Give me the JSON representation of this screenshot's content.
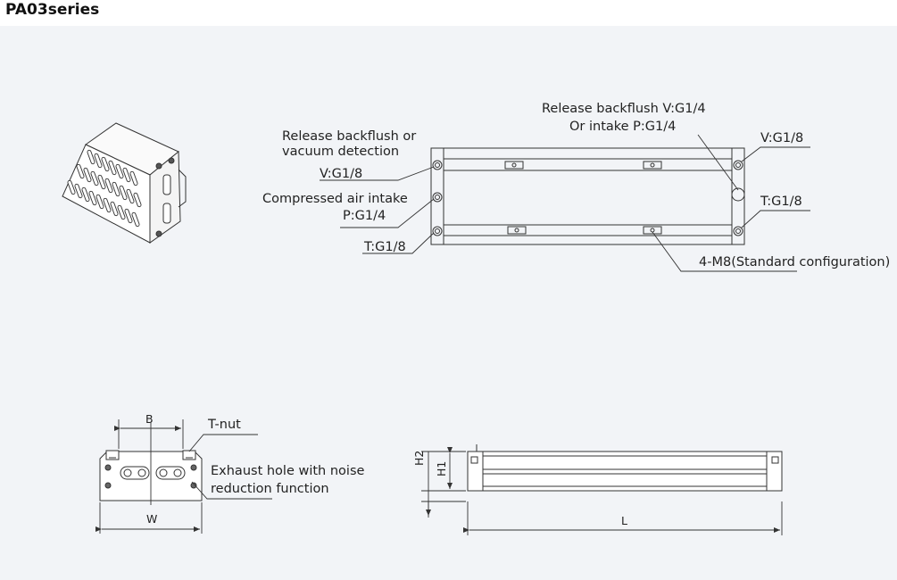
{
  "header": {
    "title": "PA03series"
  },
  "top_view": {
    "labels": {
      "release_backflush_or": "Release backflush or",
      "vacuum_detection": "vacuum detection",
      "v_g18_left": "V:G1/8",
      "compressed_air_intake": "Compressed air intake",
      "p_g14_left": "P:G1/4",
      "t_g18_left": "T:G1/8",
      "release_backflush_v": "Release backflush V:G1/4",
      "or_intake_p": "Or intake P:G1/4",
      "v_g18_right": "V:G1/8",
      "t_g18_right": "T:G1/8",
      "m8_config": "4-M8(Standard configuration)"
    }
  },
  "end_view": {
    "labels": {
      "b": "B",
      "t_nut": "T-nut",
      "exhaust_line1": "Exhaust hole with noise",
      "exhaust_line2": "reduction function",
      "w": "W"
    }
  },
  "side_view": {
    "labels": {
      "h2": "H2",
      "h1": "H1",
      "l": "L"
    }
  },
  "colors": {
    "line": "#3a3a3a",
    "panel": "#f2f4f7",
    "title": "#111111"
  }
}
